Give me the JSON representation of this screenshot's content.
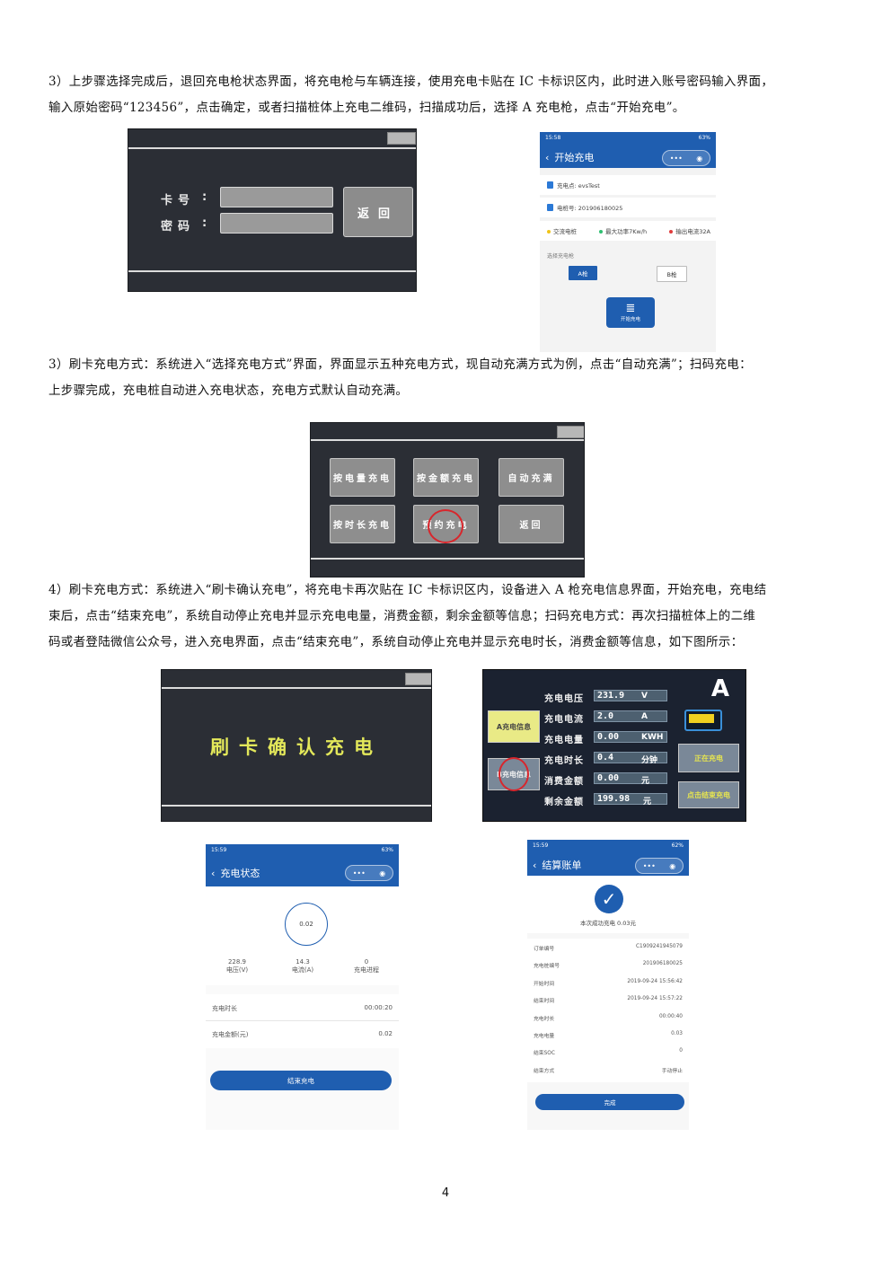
{
  "paragraphs": {
    "p1_line1": "3）上步骤选择完成后，退回充电枪状态界面，将充电枪与车辆连接，使用充电卡贴在 IC 卡标识区内，此时进入账号密码输入界面，",
    "p1_line2": "输入原始密码“123456”，点击确定，或者扫描桩体上充电二维码，扫描成功后，选择 A 充电枪，点击“开始充电”。",
    "p2_line1": "3）刷卡充电方式：系统进入“选择充电方式”界面，界面显示五种充电方式，现自动充满方式为例，点击“自动充满”；扫码充电：",
    "p2_line2": "上步骤完成，充电桩自动进入充电状态，充电方式默认自动充满。",
    "p3_line1": "4）刷卡充电方式：系统进入“刷卡确认充电”，将充电卡再次贴在 IC 卡标识区内，设备进入 A 枪充电信息界面，开始充电，充电结",
    "p3_line2": "束后，点击“结束充电”，系统自动停止充电并显示充电电量，消费金额，剩余金额等信息；扫码充电方式：再次扫描桩体上的二维",
    "p3_line3": "码或者登陆微信公众号，进入充电界面，点击“结束充电”，系统自动停止充电并显示充电时长，消费金额等信息，如下图所示："
  },
  "login_screen": {
    "card_label": "卡号",
    "password_label": "密码",
    "colon": ":",
    "return_button": "返回"
  },
  "start_phone": {
    "status_time": "15:58",
    "status_battery": "63%",
    "title": "开始充电",
    "capsule_dots": "•••",
    "station_label": "充电点: evsTest",
    "pile_label": "电桩号: 201906180025",
    "tag_ac": "交流电桩",
    "tag_power": "最大功率7Kw/h",
    "tag_current": "输出电流32A",
    "select_gun_label": "选择充电枪",
    "gun_a": "A枪",
    "gun_b": "B枪",
    "start_button": "开始充电"
  },
  "mode_screen": {
    "buttons": [
      "按电量充电",
      "按金额充电",
      "自动充满",
      "按时长充电",
      "预约充电",
      "返回"
    ]
  },
  "swipe_screen": {
    "text": "刷卡确认充电"
  },
  "info_screen": {
    "gun_letter": "A",
    "a_info_button": "A充电信息",
    "b_info_button": "B充电信息",
    "charging_button": "正在充电",
    "stop_button": "点击结束充电",
    "rows": [
      {
        "key": "充电电压",
        "value": "231.9",
        "unit": "V"
      },
      {
        "key": "充电电流",
        "value": "2.0",
        "unit": "A"
      },
      {
        "key": "充电电量",
        "value": "0.00",
        "unit": "KWH"
      },
      {
        "key": "充电时长",
        "value": "0.4",
        "unit": "分钟"
      },
      {
        "key": "消费金额",
        "value": "0.00",
        "unit": "元"
      },
      {
        "key": "剩余金额",
        "value": "199.98",
        "unit": "元"
      }
    ]
  },
  "status_phone": {
    "status_time": "15:59",
    "status_battery": "63%",
    "title": "充电状态",
    "capsule_dots": "•••",
    "gauge_value": "0.02",
    "voltage_value": "228.9",
    "voltage_label": "电压(V)",
    "current_value": "14.3",
    "current_label": "电流(A)",
    "progress_value": "0",
    "progress_label": "充电进程",
    "duration_label": "充电时长",
    "duration_value": "00:00:20",
    "amount_label": "充电金额(元)",
    "amount_value": "0.02",
    "end_button": "结束充电"
  },
  "settle_phone": {
    "status_time": "15:59",
    "status_battery": "62%",
    "title": "结算账单",
    "capsule_dots": "•••",
    "success_text": "本次成功充电 0.03元",
    "rows": [
      {
        "key": "订单编号",
        "value": "C1909241945079"
      },
      {
        "key": "充电桩编号",
        "value": "201906180025"
      },
      {
        "key": "开始时间",
        "value": "2019-09-24 15:56:42"
      },
      {
        "key": "结束时间",
        "value": "2019-09-24 15:57:22"
      },
      {
        "key": "充电时长",
        "value": "00:00:40"
      },
      {
        "key": "充电电量",
        "value": "0.03"
      },
      {
        "key": "结束SOC",
        "value": "0"
      },
      {
        "key": "结束方式",
        "value": "手动停止"
      }
    ],
    "done_button": "完成"
  },
  "page_number": "4"
}
